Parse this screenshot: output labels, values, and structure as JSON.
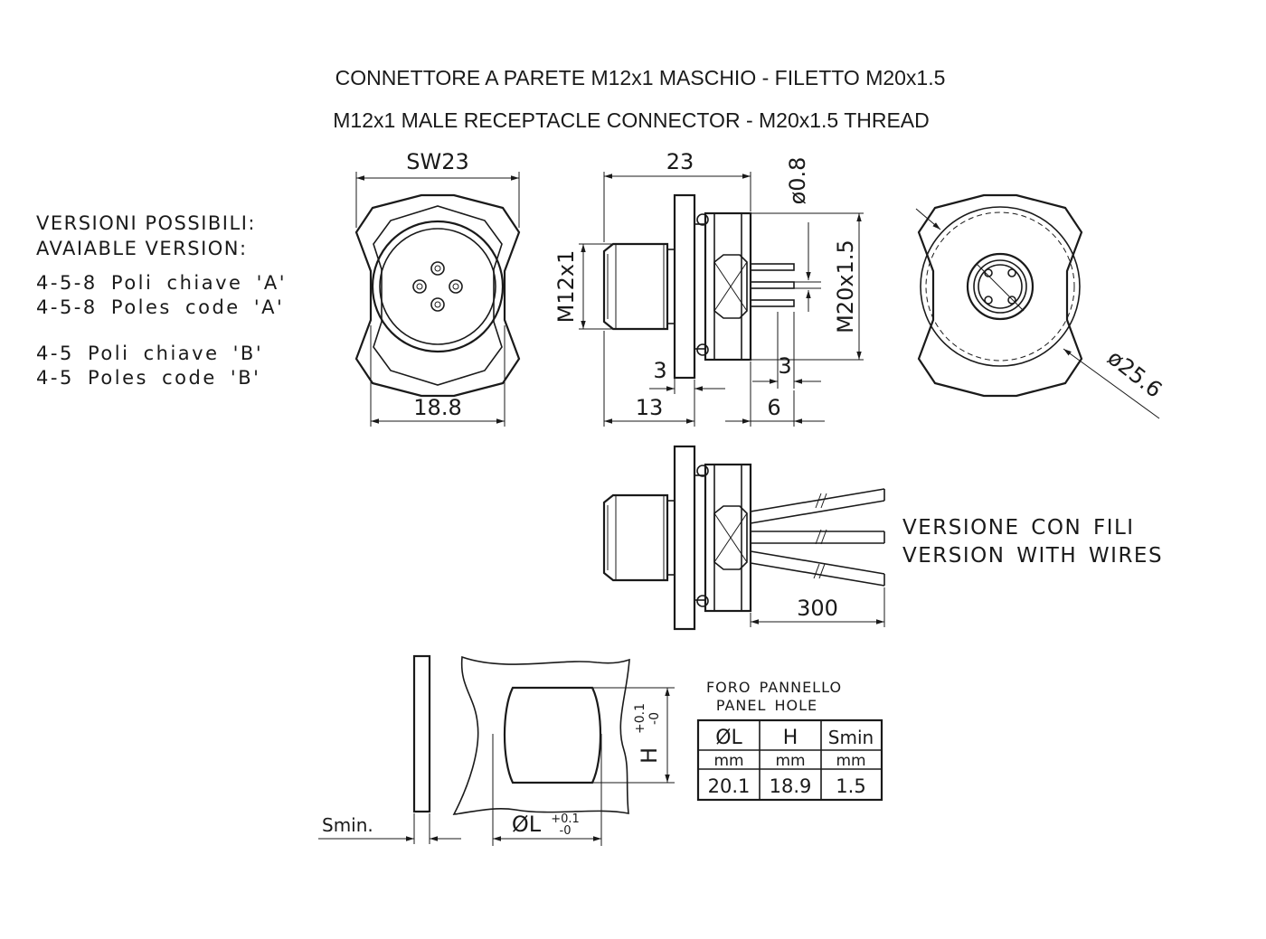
{
  "title": {
    "it": "CONNETTORE A PARETE M12x1 MASCHIO - FILETTO M20x1.5",
    "en": "M12x1 MALE RECEPTACLE CONNECTOR - M20x1.5 THREAD"
  },
  "versions": {
    "heading_it": "VERSIONI POSSIBILI:",
    "heading_en": "AVAIABLE VERSION:",
    "line_a_it": "4-5-8 Poli chiave 'A'",
    "line_a_en": "4-5-8 Poles code 'A'",
    "line_b_it": "4-5 Poli chiave 'B'",
    "line_b_en": "4-5 Poles code 'B'"
  },
  "front_view": {
    "dim_top": "SW23",
    "dim_bottom": "18.8"
  },
  "side_view": {
    "dim_length": "23",
    "dim_pin": "ø0.8",
    "dim_thread": "M12x1",
    "dim_body_thread": "M20x1.5",
    "dim_flange": "3",
    "dim_pin_len": "3",
    "dim_front": "13",
    "dim_pins": "6"
  },
  "rear_view": {
    "dim_diameter": "ø25.6"
  },
  "wires_view": {
    "label_it": "VERSIONE CON FILI",
    "label_en": "VERSION WITH WIRES",
    "dim_wire": "300"
  },
  "panel_hole": {
    "title_it": "FORO PANNELLO",
    "title_en": "PANEL HOLE",
    "dim_h": "H",
    "dim_l": "ØL",
    "tol_plus": "+0.1",
    "tol_minus": "-0",
    "dim_smin": "Smin.",
    "table": {
      "headers": [
        "ØL",
        "H",
        "Smin"
      ],
      "units": [
        "mm",
        "mm",
        "mm"
      ],
      "values": [
        "20.1",
        "18.9",
        "1.5"
      ]
    }
  }
}
